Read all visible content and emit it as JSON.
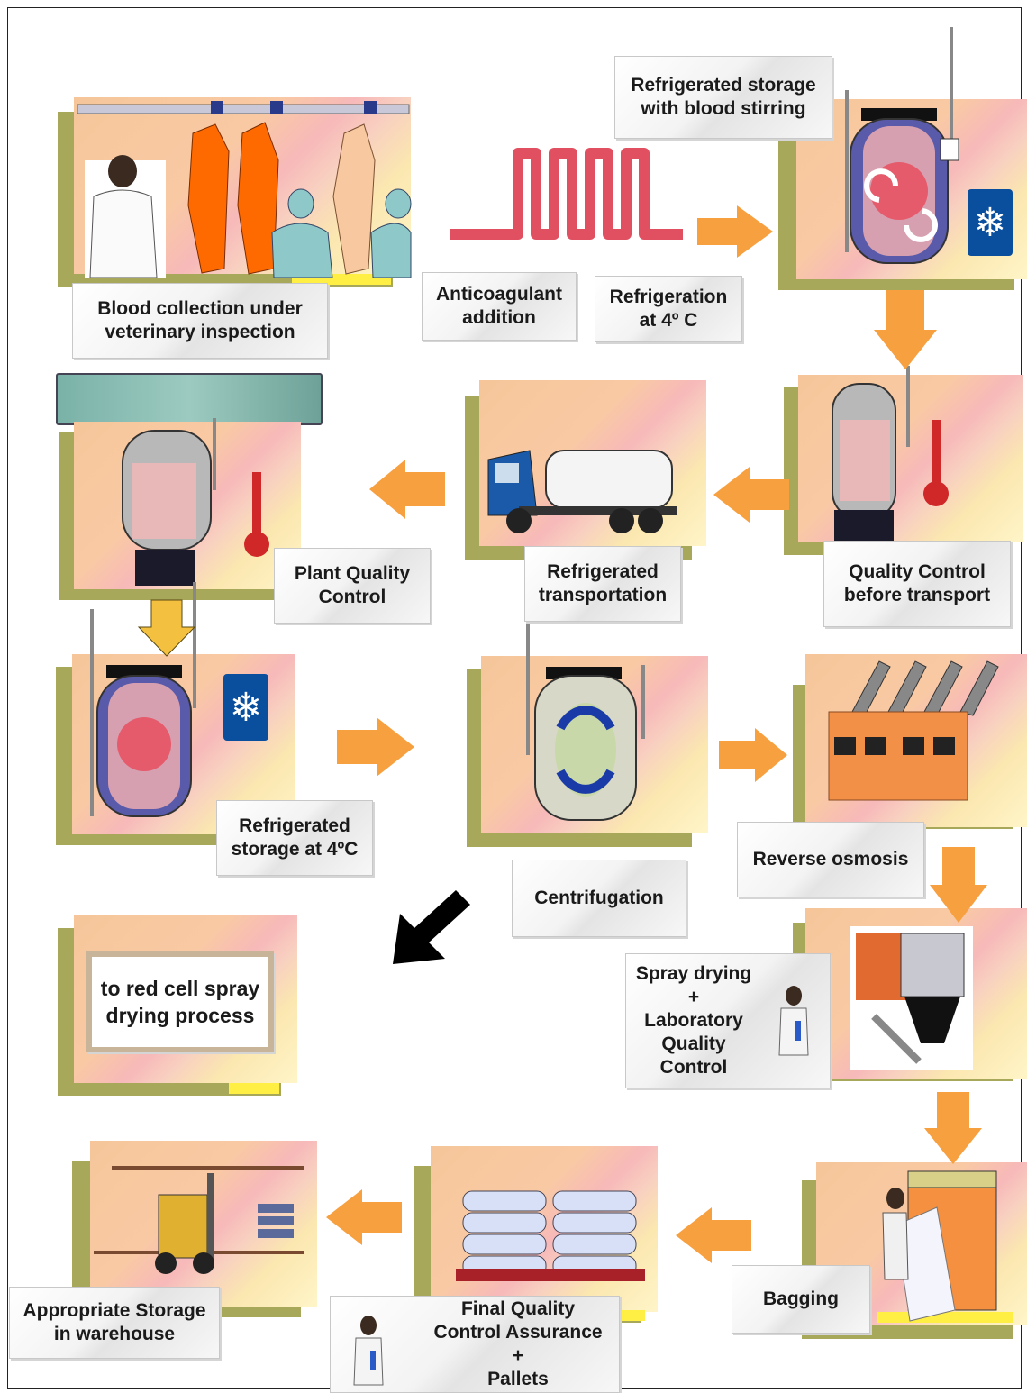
{
  "steps": {
    "blood_collection": [
      "Blood collection under",
      "veterinary inspection"
    ],
    "anticoagulant": [
      "Anticoagulant",
      "addition"
    ],
    "refrigeration": [
      "Refrigeration",
      "at 4º C"
    ],
    "refrigerated_storage_stirring": [
      "Refrigerated storage",
      "with blood stirring"
    ],
    "qc_before_transport": [
      "Quality Control",
      "before transport"
    ],
    "refrigerated_transportation": [
      "Refrigerated",
      "transportation"
    ],
    "plant_qc": [
      "Plant Quality",
      "Control"
    ],
    "refrigerated_storage_4c": [
      "Refrigerated",
      "storage at 4ºC"
    ],
    "centrifugation": [
      "Centrifugation"
    ],
    "reverse_osmosis": [
      "Reverse osmosis"
    ],
    "red_cell": [
      "to red cell spray",
      "drying process"
    ],
    "spray_drying": [
      "Spray drying",
      "+",
      "Laboratory",
      "Quality",
      "Control"
    ],
    "bagging": [
      "Bagging"
    ],
    "final_qc": [
      "Final Quality",
      "Control Assurance",
      "+",
      "Pallets"
    ],
    "storage": [
      "Appropriate Storage",
      "in warehouse"
    ]
  },
  "colors": {
    "arrow": "#f7a040",
    "panel_shadow": "#a8a85a",
    "band": "#ffee44",
    "snowflake_bg": "#0a4f9e"
  },
  "icons": [
    "snowflake-icon",
    "thermometer-icon",
    "tank-icon",
    "truck-icon",
    "forklift-icon",
    "bag-icon"
  ]
}
